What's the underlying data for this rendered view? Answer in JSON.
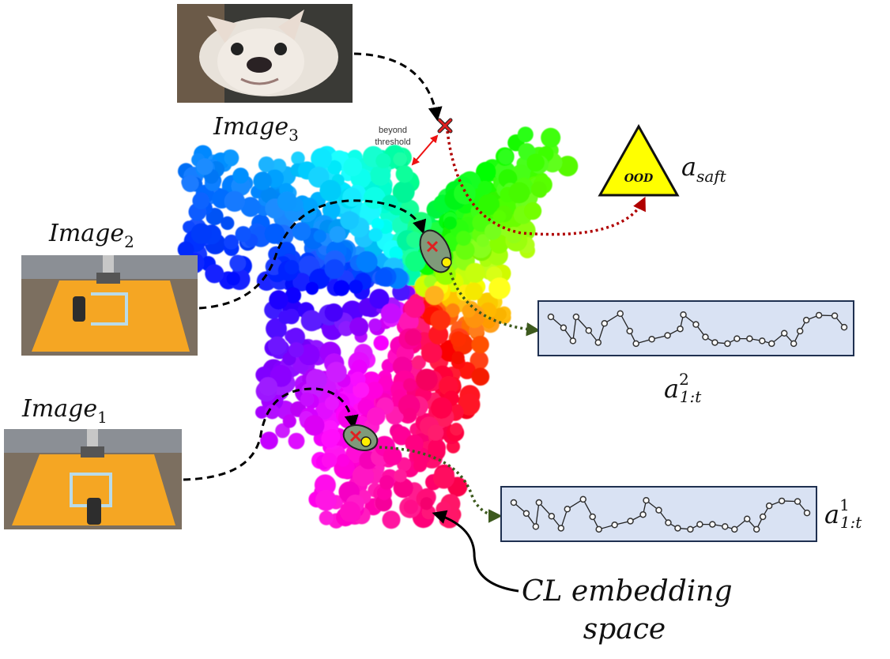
{
  "labels": {
    "image3": {
      "base": "Image",
      "sub": "3"
    },
    "image2": {
      "base": "Image",
      "sub": "2"
    },
    "image1": {
      "base": "Image",
      "sub": "1"
    },
    "threshold_line1": "beyond",
    "threshold_line2": "threshold",
    "ood": "OOD",
    "a_safe": {
      "base": "a",
      "sub": "saft"
    },
    "a2": {
      "base": "a",
      "sup": "2",
      "sub": "1:t"
    },
    "a1": {
      "base": "a",
      "sup": "1",
      "sub": "1:t"
    },
    "cl_line1": "CL embedding",
    "cl_line2": "space"
  },
  "colors": {
    "arrow_black": "#000000",
    "arrow_red": "#b00000",
    "arrow_green": "#3d5a1e",
    "threshold_red": "#ee1111",
    "ood_fill": "#ffff00",
    "box_fill": "#d9e2f3",
    "box_stroke": "#1f3050",
    "ellipse_fill": "#7f9a7a"
  },
  "action_sequence": {
    "x": [
      0.04,
      0.08,
      0.11,
      0.12,
      0.16,
      0.19,
      0.21,
      0.26,
      0.29,
      0.31,
      0.36,
      0.41,
      0.45,
      0.46,
      0.5,
      0.53,
      0.56,
      0.6,
      0.63,
      0.67,
      0.71,
      0.74,
      0.78,
      0.81,
      0.83,
      0.85,
      0.89,
      0.94,
      0.97
    ],
    "y": [
      0.71,
      0.51,
      0.27,
      0.71,
      0.46,
      0.24,
      0.59,
      0.77,
      0.45,
      0.22,
      0.3,
      0.37,
      0.49,
      0.75,
      0.57,
      0.34,
      0.24,
      0.22,
      0.31,
      0.31,
      0.27,
      0.22,
      0.41,
      0.22,
      0.45,
      0.65,
      0.74,
      0.73,
      0.52
    ]
  }
}
